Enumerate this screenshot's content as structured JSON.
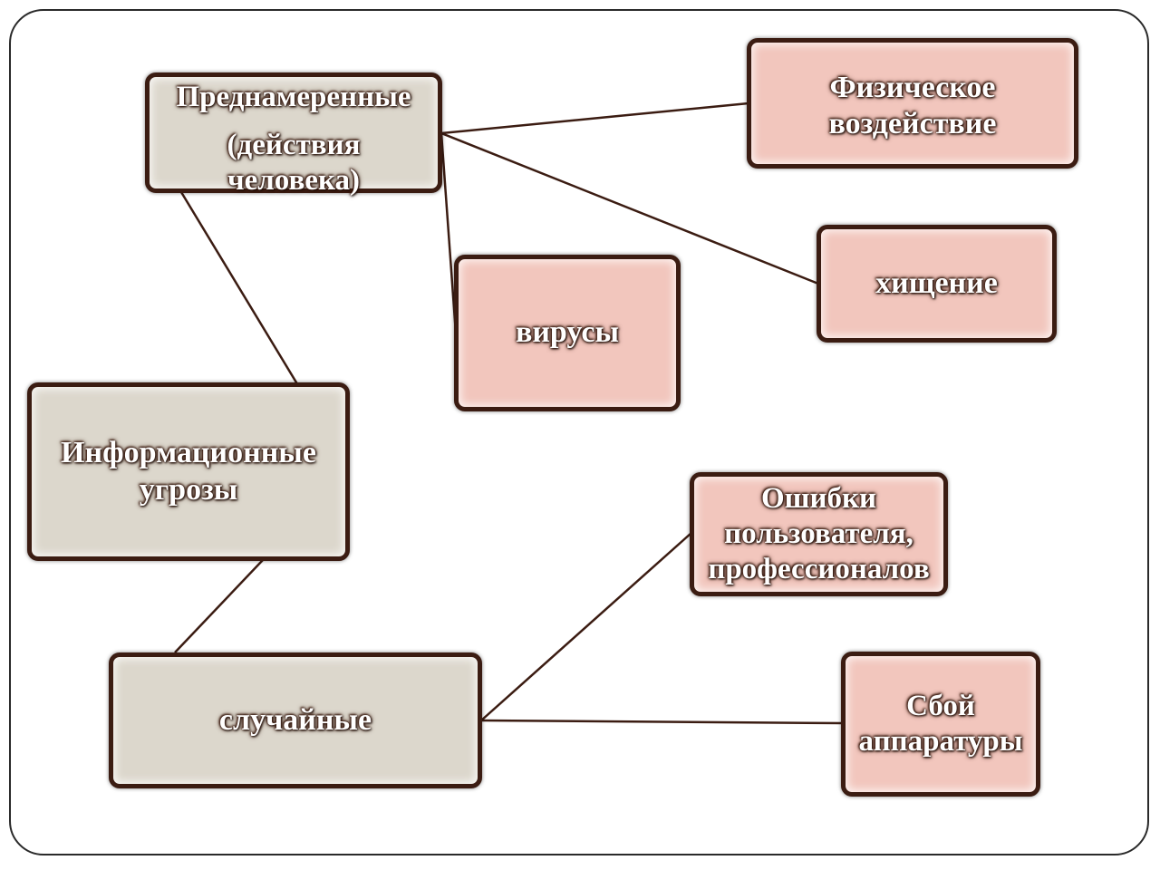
{
  "diagram": {
    "nodes": {
      "root": {
        "lines": [
          "Информационные",
          "угрозы"
        ],
        "fill": "#dcd7cc"
      },
      "intentional": {
        "lines": [
          "Преднамеренные",
          "(действия",
          "человека)"
        ],
        "fill": "#dcd7cc"
      },
      "accidental": {
        "lines": [
          "случайные"
        ],
        "fill": "#dcd7cc"
      },
      "physical": {
        "lines": [
          "Физическое",
          "воздействие"
        ],
        "fill": "#f2c6bd"
      },
      "theft": {
        "lines": [
          "хищение"
        ],
        "fill": "#f2c6bd"
      },
      "viruses": {
        "lines": [
          "вирусы"
        ],
        "fill": "#f2c6bd"
      },
      "errors": {
        "lines": [
          "Ошибки",
          "пользователя,",
          "профессионалов"
        ],
        "fill": "#f2c6bd"
      },
      "failure": {
        "lines": [
          "Сбой",
          "аппаратуры"
        ],
        "fill": "#f2c6bd"
      }
    },
    "edges": [
      [
        "root",
        "intentional"
      ],
      [
        "root",
        "accidental"
      ],
      [
        "intentional",
        "physical"
      ],
      [
        "intentional",
        "theft"
      ],
      [
        "intentional",
        "viruses"
      ],
      [
        "accidental",
        "errors"
      ],
      [
        "accidental",
        "failure"
      ]
    ],
    "colors": {
      "border": "#3b1c12",
      "line": "#3b1c12",
      "frame": "#2a2a2a"
    }
  }
}
